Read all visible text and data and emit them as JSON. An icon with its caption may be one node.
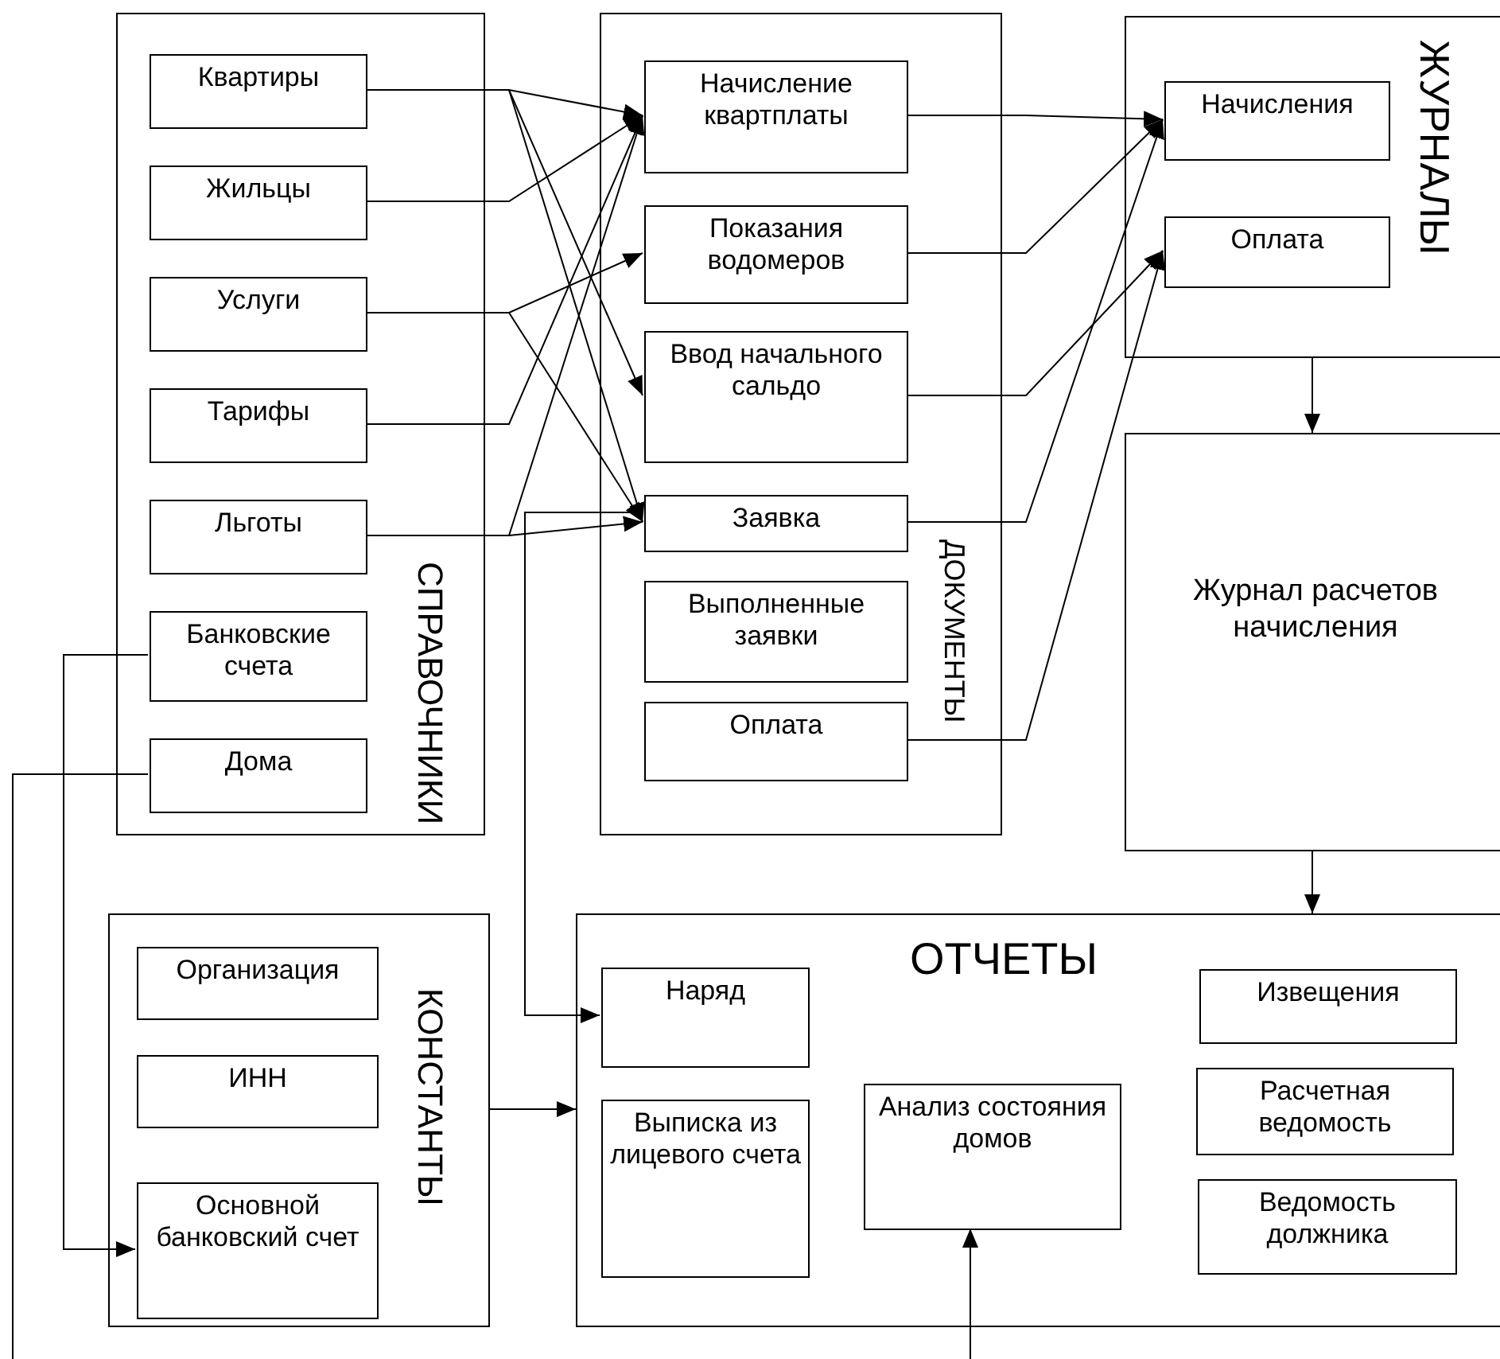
{
  "diagram": {
    "nodes": [
      {
        "text": [
          "СПРАВОЧНИКИ"
        ]
      },
      {
        "text": [
          "Квартиры"
        ],
        "in": 0
      },
      {
        "text": [
          "Жильцы"
        ],
        "in": 0
      },
      {
        "text": [
          "Услуги"
        ],
        "in": 0
      },
      {
        "text": [
          "Тарифы"
        ],
        "in": 0
      },
      {
        "text": [
          "Льготы"
        ],
        "in": 0
      },
      {
        "text": [
          "Банковские счета"
        ],
        "in": 0
      },
      {
        "text": [
          "Дома"
        ],
        "in": 0
      },
      {
        "text": [
          "ДОКУМЕНТЫ"
        ]
      },
      {
        "text": [
          "Начисление квартплаты"
        ],
        "in": 8
      },
      {
        "text": [
          "Показания водомеров"
        ],
        "in": 8
      },
      {
        "text": [
          "Ввод начального сальдо"
        ],
        "in": 8
      },
      {
        "text": [
          "Заявка"
        ],
        "in": 8
      },
      {
        "text": [
          "Выполненные заявки"
        ],
        "in": 8
      },
      {
        "text": [
          "Оплата"
        ],
        "in": 8
      },
      {
        "text": [
          "ЖУРНАЛЫ"
        ]
      },
      {
        "text": [
          "Начисления"
        ],
        "in": 15
      },
      {
        "text": [
          "Оплата"
        ],
        "in": 15
      },
      {
        "text": [
          "Журнал расчетов начисления"
        ]
      },
      {
        "text": [
          "КОНСТАНТЫ"
        ]
      },
      {
        "text": [
          "Организация"
        ],
        "in": 19
      },
      {
        "text": [
          "ИНН"
        ],
        "in": 19
      },
      {
        "text": [
          "Основной банковский счет"
        ],
        "in": 19
      },
      {
        "text": [
          "ОТЧЕТЫ"
        ]
      },
      {
        "text": [
          "Наряд"
        ],
        "in": 23
      },
      {
        "text": [
          "Выписка из лицевого счета"
        ],
        "in": 23
      },
      {
        "text": [
          "Анализ состояния домов"
        ],
        "in": 23
      },
      {
        "text": [
          "Извещения"
        ],
        "in": 23
      },
      {
        "text": [
          "Расчетная ведомость"
        ],
        "in": 23
      },
      {
        "text": [
          "Ведомость должника"
        ],
        "in": 23
      }
    ],
    "edges": [
      {
        "from": 1,
        "to": 9,
        "arrow": "to"
      },
      {
        "from": 1,
        "to": 11,
        "arrow": "to"
      },
      {
        "from": 1,
        "to": 12,
        "arrow": "to"
      },
      {
        "from": 2,
        "to": 9,
        "arrow": "to"
      },
      {
        "from": 3,
        "to": 10,
        "arrow": "to"
      },
      {
        "from": 3,
        "to": 12,
        "arrow": "to"
      },
      {
        "from": 4,
        "to": 9,
        "arrow": "to"
      },
      {
        "from": 5,
        "to": 9,
        "arrow": "to"
      },
      {
        "from": 5,
        "to": 12,
        "arrow": "to"
      },
      {
        "from": 9,
        "to": 16,
        "arrow": "to"
      },
      {
        "from": 10,
        "to": 16,
        "arrow": "to"
      },
      {
        "from": 11,
        "to": 17,
        "arrow": "to"
      },
      {
        "from": 12,
        "to": 16,
        "arrow": "to"
      },
      {
        "from": 14,
        "to": 17,
        "arrow": "to"
      },
      {
        "from": 15,
        "to": 18,
        "arrow": "to"
      },
      {
        "from": 18,
        "to": 23,
        "arrow": "to"
      },
      {
        "from": 6,
        "to": 22,
        "arrow": "to"
      },
      {
        "from": 7,
        "to": null,
        "arrow": "none"
      },
      {
        "from": null,
        "to": 26,
        "arrow": "to"
      },
      {
        "from": 12,
        "to": 24,
        "arrow": "to"
      },
      {
        "from": 19,
        "to": 23,
        "arrow": "to"
      }
    ]
  }
}
